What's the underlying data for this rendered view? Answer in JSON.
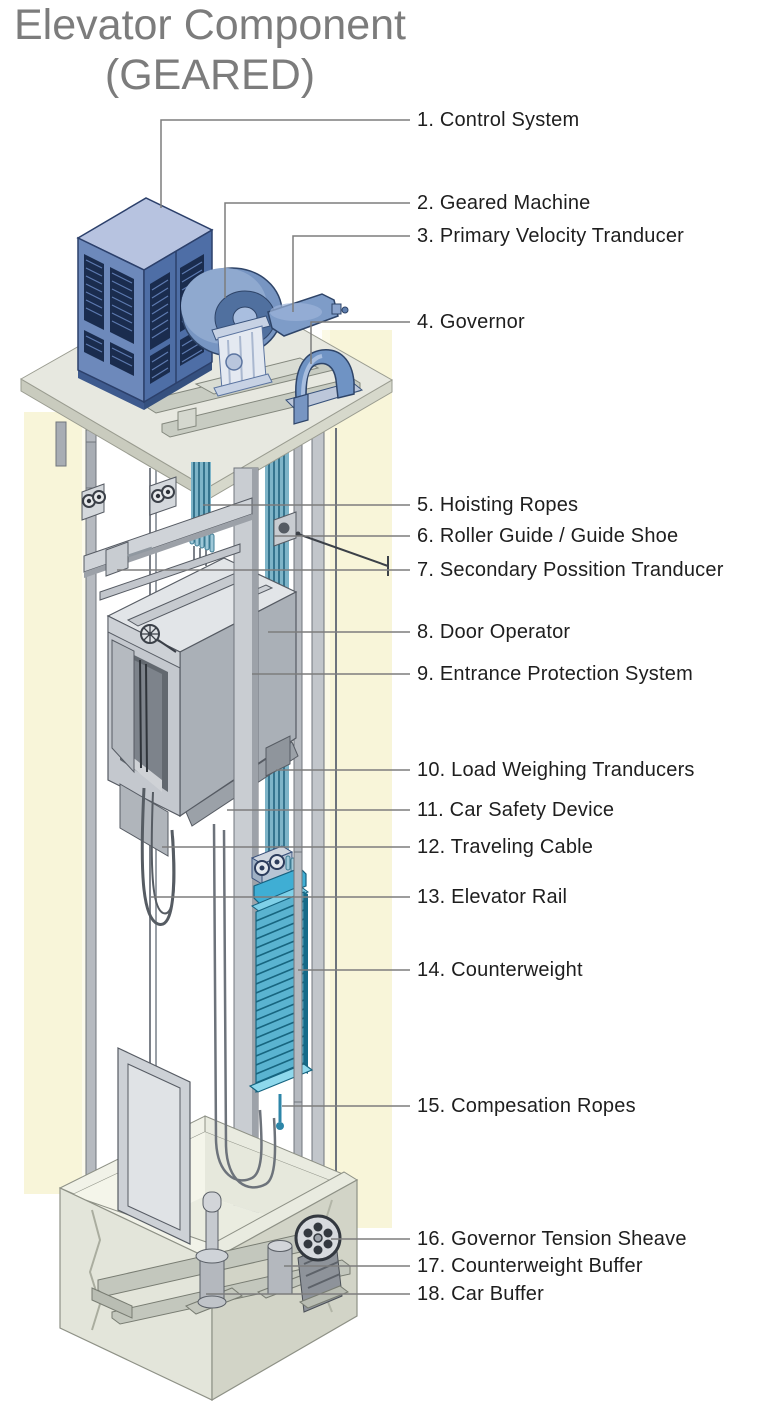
{
  "title": {
    "line1": "Elevator Component",
    "line2": "(GEARED)"
  },
  "diagram": {
    "labels": [
      {
        "text": "1. Control System"
      },
      {
        "text": "2. Geared Machine"
      },
      {
        "text": "3. Primary Velocity Tranducer"
      },
      {
        "text": "4. Governor"
      },
      {
        "text": "5. Hoisting Ropes"
      },
      {
        "text": "6. Roller Guide / Guide Shoe"
      },
      {
        "text": "7. Secondary Possition Tranducer"
      },
      {
        "text": "8. Door Operator"
      },
      {
        "text": "9. Entrance Protection System"
      },
      {
        "text": "10. Load Weighing Tranducers"
      },
      {
        "text": "11. Car Safety Device"
      },
      {
        "text": "12. Traveling Cable"
      },
      {
        "text": "13. Elevator Rail"
      },
      {
        "text": "14. Counterweight"
      },
      {
        "text": "15. Compesation Ropes"
      },
      {
        "text": "16. Governor Tension Sheave"
      },
      {
        "text": "17. Counterweight Buffer"
      },
      {
        "text": "18. Car Buffer"
      }
    ]
  },
  "palette": {
    "title_gray": "#7c7c7c",
    "label_text": "#1e1e1e",
    "leader_line": "#7d7d7d",
    "cabinet_blue": "#4e6ea6",
    "machine_blue": "#7795c2",
    "counterweight_teal": "#54b0ce",
    "rope_teal": "#4f93ad",
    "shaft_glow_yellow": "#f8f5d9",
    "platform_gray": "#e7e8e0",
    "car_gray": "#c6cacf"
  }
}
